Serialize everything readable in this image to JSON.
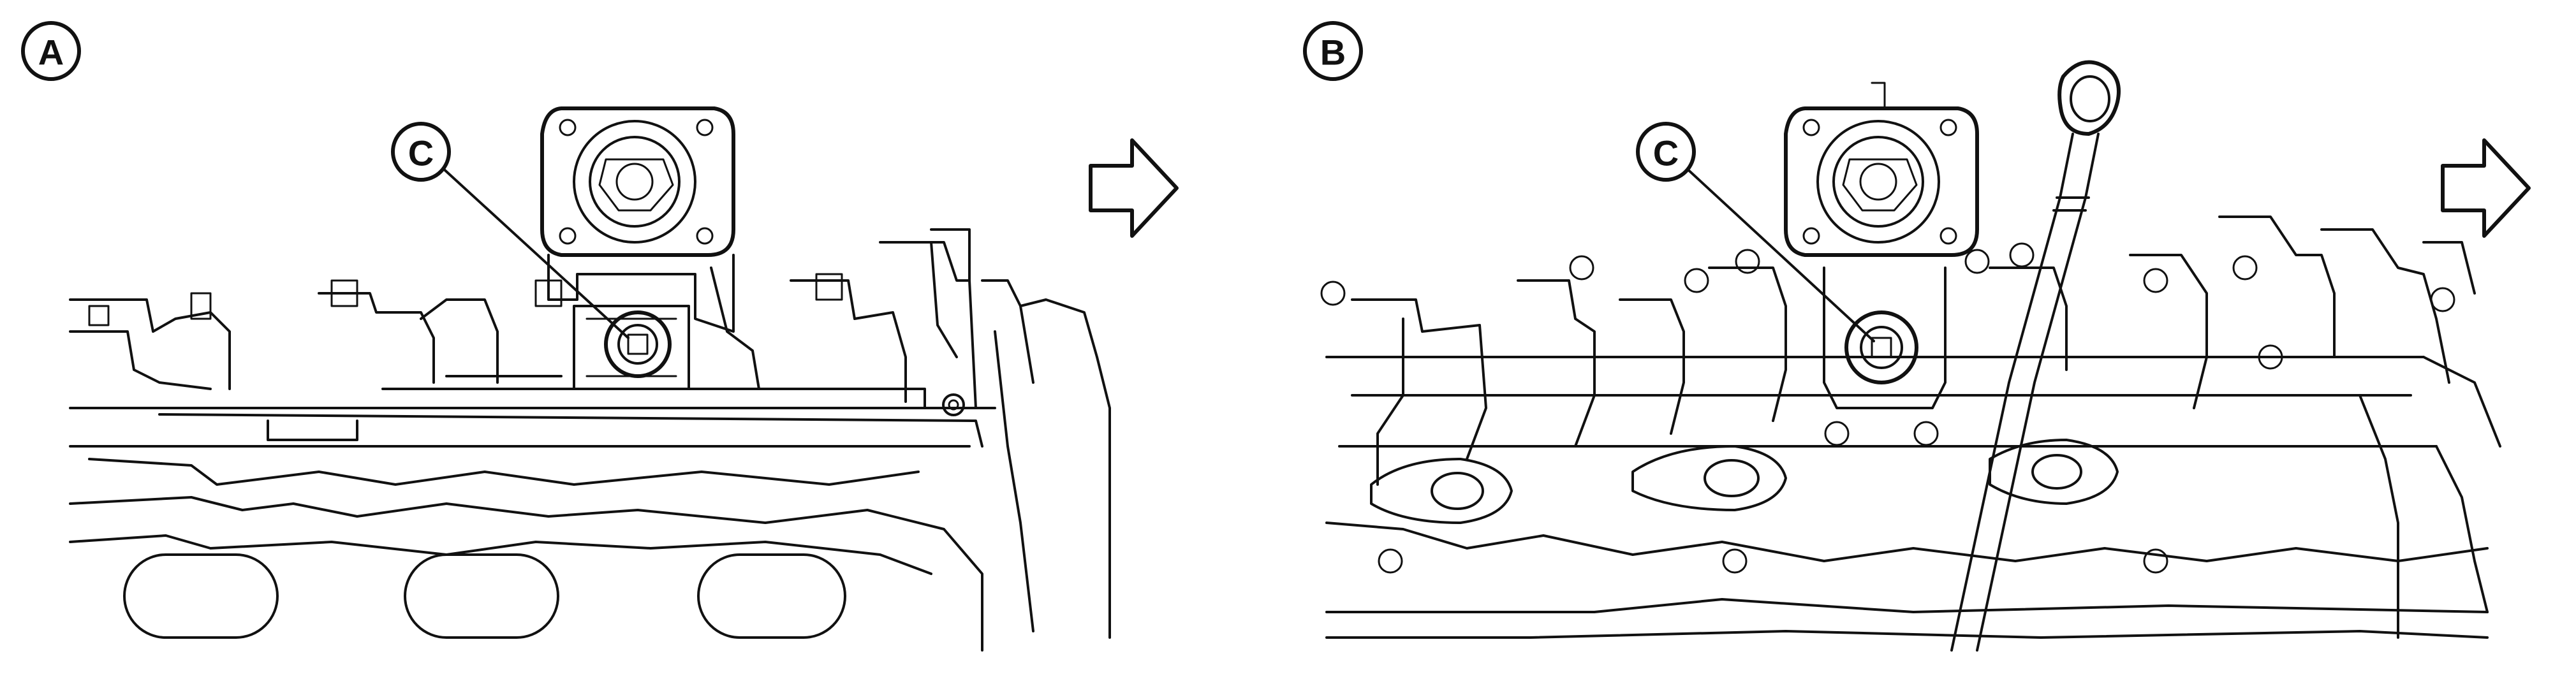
{
  "panels": [
    {
      "label": "A",
      "target_label": "C"
    },
    {
      "label": "B",
      "target_label": "C"
    }
  ],
  "icons": {
    "direction": "right-arrow-icon"
  }
}
